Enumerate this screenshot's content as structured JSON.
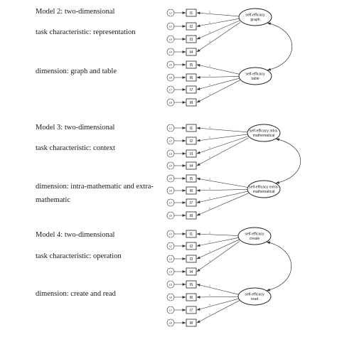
{
  "models": [
    {
      "title": "Model 2: two-dimensional",
      "characteristic": "task characteristic: representation",
      "dimension_lines": [
        "dimension: graph and table"
      ],
      "latents": [
        [
          "self-efficacy",
          "graph"
        ],
        [
          "self-efficacy",
          "table"
        ]
      ],
      "indicators": [
        "I1",
        "I2",
        "I3",
        "I4",
        "I5",
        "I6",
        "I7",
        "I8"
      ],
      "errors": [
        "e1",
        "e2",
        "e3",
        "e4",
        "e5",
        "e6",
        "e7",
        "e8"
      ],
      "loading_labels": [
        "1",
        "λ",
        "λ",
        "λ",
        "1",
        "λ",
        "λ",
        "λ"
      ]
    },
    {
      "title": "Model 3: two-dimensional",
      "characteristic": "task characteristic: context",
      "dimension_lines": [
        "dimension: intra-mathematic and extra-",
        "mathematic"
      ],
      "latents": [
        [
          "self-efficacy intra-",
          "mathematical"
        ],
        [
          "self-efficacy extra-",
          "mathematical"
        ]
      ],
      "indicators": [
        "I1",
        "I2",
        "I3",
        "I4",
        "I5",
        "I6",
        "I7",
        "I8"
      ],
      "errors": [
        "e1",
        "e2",
        "e3",
        "e4",
        "e5",
        "e6",
        "e7",
        "e8"
      ],
      "loading_labels": [
        "1",
        "λ",
        "λ",
        "λ",
        "1",
        "λ",
        "λ",
        "λ"
      ]
    },
    {
      "title": "Model 4: two-dimensional",
      "characteristic": "task characteristic: operation",
      "dimension_lines": [
        "dimension: create and read"
      ],
      "latents": [
        [
          "self-efficacy",
          "create"
        ],
        [
          "self-efficacy",
          "read"
        ]
      ],
      "indicators": [
        "I1",
        "I2",
        "I3",
        "I4",
        "I5",
        "I6",
        "I7",
        "I8"
      ],
      "errors": [
        "e1",
        "e2",
        "e3",
        "e4",
        "e5",
        "e6",
        "e7",
        "e8"
      ],
      "loading_labels": [
        "1",
        "λ",
        "λ",
        "λ",
        "1",
        "λ",
        "λ",
        "λ"
      ]
    }
  ]
}
